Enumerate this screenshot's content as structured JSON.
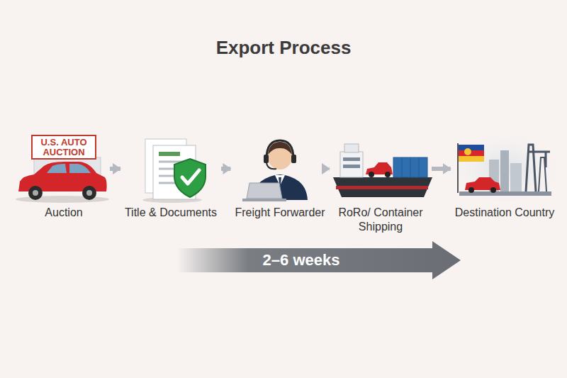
{
  "diagram": {
    "title": "Export Process",
    "nodes": [
      {
        "text": [
          "Auction"
        ]
      },
      {
        "text": [
          "U.S. AUTO AUCTION"
        ],
        "in": 0
      },
      {
        "text": [
          "Title & Documents"
        ]
      },
      {
        "text": [
          "Freight Forwarder"
        ]
      },
      {
        "text": [
          "RoRo/ Container Shipping"
        ]
      },
      {
        "text": [
          "Destination Country"
        ]
      }
    ],
    "edges": [
      {
        "from": 0,
        "to": 2,
        "arrow": "to"
      },
      {
        "from": 2,
        "to": 3,
        "arrow": "to"
      },
      {
        "from": 3,
        "to": 4,
        "arrow": "to"
      },
      {
        "from": 4,
        "to": 5,
        "arrow": "to"
      }
    ],
    "labels": [
      "2–6 weeks"
    ]
  }
}
